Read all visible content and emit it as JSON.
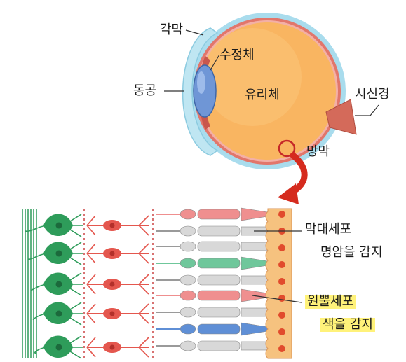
{
  "eye": {
    "cornea_label": "각막",
    "lens_label": "수정체",
    "pupil_label": "동공",
    "vitreous_label": "유리체",
    "optic_nerve_label": "시신경",
    "retina_label": "망막"
  },
  "retina_detail": {
    "rod_label": "막대세포",
    "rod_function": "명암을 감지",
    "cone_label": "원뿔세포",
    "cone_function": "색을 감지"
  },
  "colors": {
    "eyeball": "#f9b561",
    "sclera_band": "#e2766b",
    "cornea_blue": "#a9dced",
    "lens_blue": "#6f96d6",
    "optic_nerve": "#d46a5a",
    "arrow_red": "#d52b1e",
    "magnifier_ring": "#c62828",
    "ganglion_green": "#2e9c5a",
    "bipolar_red": "#e4574e",
    "rod_gray": "#d8d8d8",
    "cone_red": "#ef8f8f",
    "cone_green": "#6fc79b",
    "cone_blue": "#5f8fd6",
    "pigment_layer": "#f6c27f",
    "pigment_dot": "#e14b2d",
    "highlight_yellow": "#fff27a"
  }
}
